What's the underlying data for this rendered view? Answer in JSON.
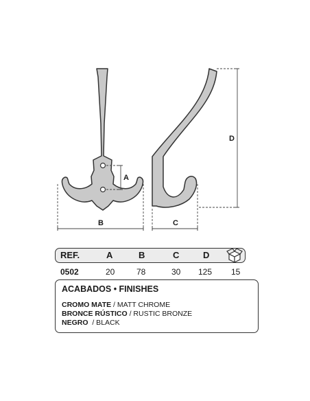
{
  "dimensions": {
    "a_label": "A",
    "b_label": "B",
    "c_label": "C",
    "d_label": "D"
  },
  "ref_table": {
    "headers": [
      "REF.",
      "A",
      "B",
      "C",
      "D"
    ],
    "box_icon": "box-icon",
    "ref_code": "0502",
    "values": [
      "20",
      "78",
      "30",
      "125",
      "15"
    ]
  },
  "finishes": {
    "title": "ACABADOS • FINISHES",
    "items": [
      {
        "es": "CROMO MATE",
        "en": " / MATT CHROME"
      },
      {
        "es": "BRONCE RÚSTICO",
        "en": " / RUSTIC BRONZE"
      },
      {
        "es": "NEGRO",
        "en": "  / BLACK"
      }
    ]
  },
  "colors": {
    "hook_fill": "#c9c9c9",
    "outline": "#333333",
    "header_bg": "#ececec"
  }
}
